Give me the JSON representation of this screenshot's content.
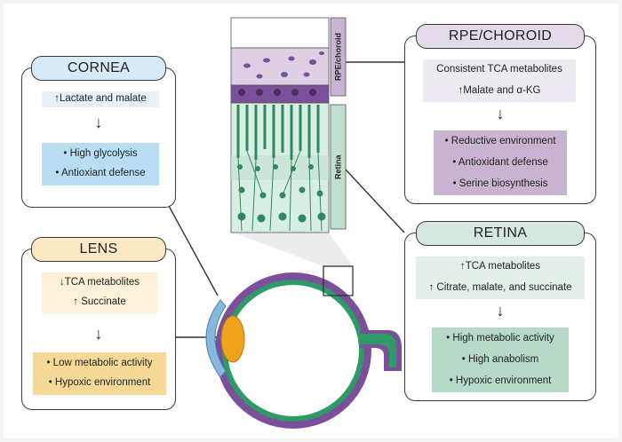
{
  "cornea": {
    "title": "CORNEA",
    "top_items": [
      "↑Lactate and malate"
    ],
    "bottom_items": [
      "• High glycolysis",
      "• Antioxiant defense"
    ]
  },
  "lens": {
    "title": "LENS",
    "top_items": [
      "↓TCA metabolites",
      "↑ Succinate"
    ],
    "bottom_items": [
      "• Low metabolic activity",
      "• Hypoxic environment"
    ]
  },
  "rpe_choroid": {
    "title": "RPE/CHOROID",
    "top_items": [
      "Consistent TCA metabolites",
      "↑Malate and α-KG"
    ],
    "bottom_items": [
      "• Reductive environment",
      "• Antioxidant defense",
      "• Serine biosynthesis"
    ]
  },
  "retina": {
    "title": "RETINA",
    "top_items": [
      "↑TCA metabolites",
      "↑ Citrate, malate, and succinate"
    ],
    "bottom_items": [
      "• High metabolic activity",
      "• High anabolism",
      "• Hypoxic environment"
    ]
  },
  "tissue_labels": {
    "rpe": "RPE/choroid",
    "retina": "Retina"
  },
  "colors": {
    "cornea_header": "#d6ebf7",
    "cornea_top": "#e6f1f8",
    "cornea_bottom": "#b9def3",
    "lens_header": "#fbe9c6",
    "lens_top": "#fdf1d9",
    "lens_bottom": "#f6d997",
    "rpe_header": "#e4dbe9",
    "rpe_top": "#eeeaf1",
    "rpe_bottom": "#c8b4d1",
    "retina_header": "#d5e7de",
    "retina_top": "#e3efe8",
    "retina_bottom": "#b7d9c8"
  }
}
